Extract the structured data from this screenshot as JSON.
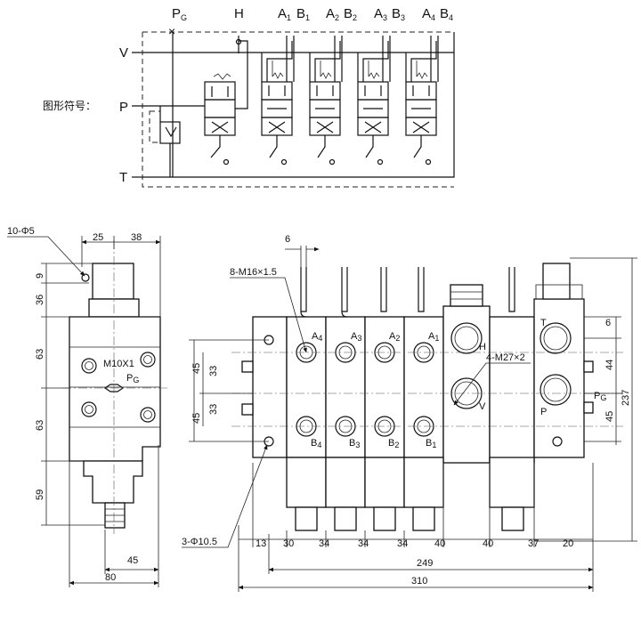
{
  "schematic": {
    "label": "图形符号：",
    "port_v": "V",
    "port_p": "P",
    "port_t": "T",
    "top_ports": [
      {
        "main": "P",
        "sub": "G"
      },
      {
        "main": "H",
        "sub": ""
      },
      {
        "main": "A",
        "sub": "1"
      },
      {
        "main": "B",
        "sub": "1"
      },
      {
        "main": "A",
        "sub": "2"
      },
      {
        "main": "B",
        "sub": "2"
      },
      {
        "main": "A",
        "sub": "3"
      },
      {
        "main": "B",
        "sub": "3"
      },
      {
        "main": "A",
        "sub": "4"
      },
      {
        "main": "B",
        "sub": "4"
      }
    ]
  },
  "side_view": {
    "callout_holes": "10-Φ5",
    "callout_port": "M10X1",
    "port_pg": {
      "main": "P",
      "sub": "G"
    },
    "dims_top": [
      "25",
      "38"
    ],
    "dims_left": [
      "9",
      "36",
      "63",
      "63",
      "59"
    ],
    "dims_bottom": [
      "45",
      "80"
    ]
  },
  "front_view": {
    "callout_threads": "8-M16×1.5",
    "callout_big": "4-M27×2",
    "callout_mount": "3-Φ10.5",
    "dim_top": "6",
    "dims_left": [
      "45",
      "33",
      "33",
      "45"
    ],
    "dims_right": [
      "6",
      "44",
      "45",
      "237"
    ],
    "labels_a": [
      {
        "main": "A",
        "sub": "4"
      },
      {
        "main": "A",
        "sub": "3"
      },
      {
        "main": "A",
        "sub": "2"
      },
      {
        "main": "A",
        "sub": "1"
      }
    ],
    "labels_b": [
      {
        "main": "B",
        "sub": "4"
      },
      {
        "main": "B",
        "sub": "3"
      },
      {
        "main": "B",
        "sub": "2"
      },
      {
        "main": "B",
        "sub": "1"
      }
    ],
    "port_h": "H",
    "port_v": "V",
    "port_t": "T",
    "port_p": "P",
    "port_pg": {
      "main": "P",
      "sub": "G"
    },
    "dims_bottom": [
      "13",
      "30",
      "34",
      "34",
      "34",
      "40",
      "40",
      "37",
      "20"
    ],
    "dim_249": "249",
    "dim_310": "310"
  }
}
